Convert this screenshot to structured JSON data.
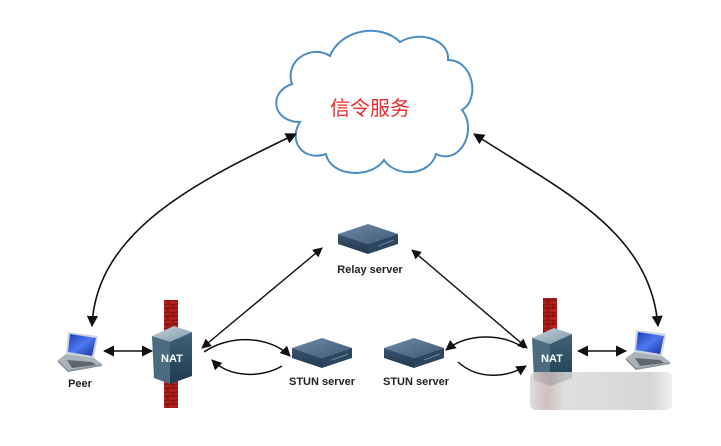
{
  "diagram": {
    "cloud": {
      "label": "信令服务",
      "stroke": "#4a8cc4",
      "text_color": "#ee2a2a"
    },
    "nodes": {
      "peer_left": {
        "label": "Peer",
        "icon": "laptop-icon"
      },
      "peer_right": {
        "label": "",
        "icon": "laptop-icon"
      },
      "nat_left": {
        "label": "NAT",
        "icon": "nat-router-icon"
      },
      "nat_right": {
        "label": "NAT",
        "icon": "nat-router-icon"
      },
      "firewall_left": {
        "icon": "firewall-icon",
        "color": "#b3201c"
      },
      "firewall_right": {
        "icon": "firewall-icon",
        "color": "#b3201c"
      },
      "relay": {
        "label": "Relay server",
        "icon": "server-icon"
      },
      "stun_left": {
        "label": "STUN server",
        "icon": "server-icon"
      },
      "stun_right": {
        "label": "STUN server",
        "icon": "server-icon"
      }
    },
    "edges": [
      {
        "from": "peer_left",
        "to": "cloud",
        "bidirectional": true
      },
      {
        "from": "peer_right",
        "to": "cloud",
        "bidirectional": true
      },
      {
        "from": "peer_left",
        "to": "nat_left",
        "bidirectional": true
      },
      {
        "from": "nat_right",
        "to": "peer_right",
        "bidirectional": true
      },
      {
        "from": "nat_left",
        "to": "relay",
        "bidirectional": true
      },
      {
        "from": "nat_right",
        "to": "relay",
        "bidirectional": true
      },
      {
        "from": "nat_left",
        "to": "stun_left",
        "bidirectional": false
      },
      {
        "from": "stun_left",
        "to": "nat_left",
        "bidirectional": false
      },
      {
        "from": "nat_right",
        "to": "stun_right",
        "bidirectional": false
      },
      {
        "from": "stun_right",
        "to": "nat_right",
        "bidirectional": false
      }
    ]
  }
}
